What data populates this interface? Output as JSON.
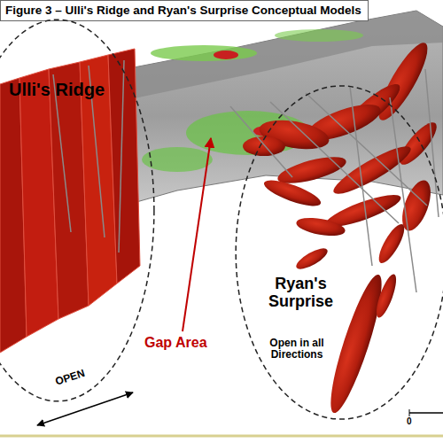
{
  "diagram": {
    "title": "Figure 3 – Ulli's Ridge and Ryan's Surprise Conceptual Models",
    "nodes": [
      {
        "text": [
          "Ulli's Ridge",
          "OPEN"
        ]
      },
      {
        "text": [
          "Ryan's Surprise",
          "Open in all Directions"
        ]
      }
    ],
    "labels": [
      "Gap Area",
      "0"
    ]
  }
}
